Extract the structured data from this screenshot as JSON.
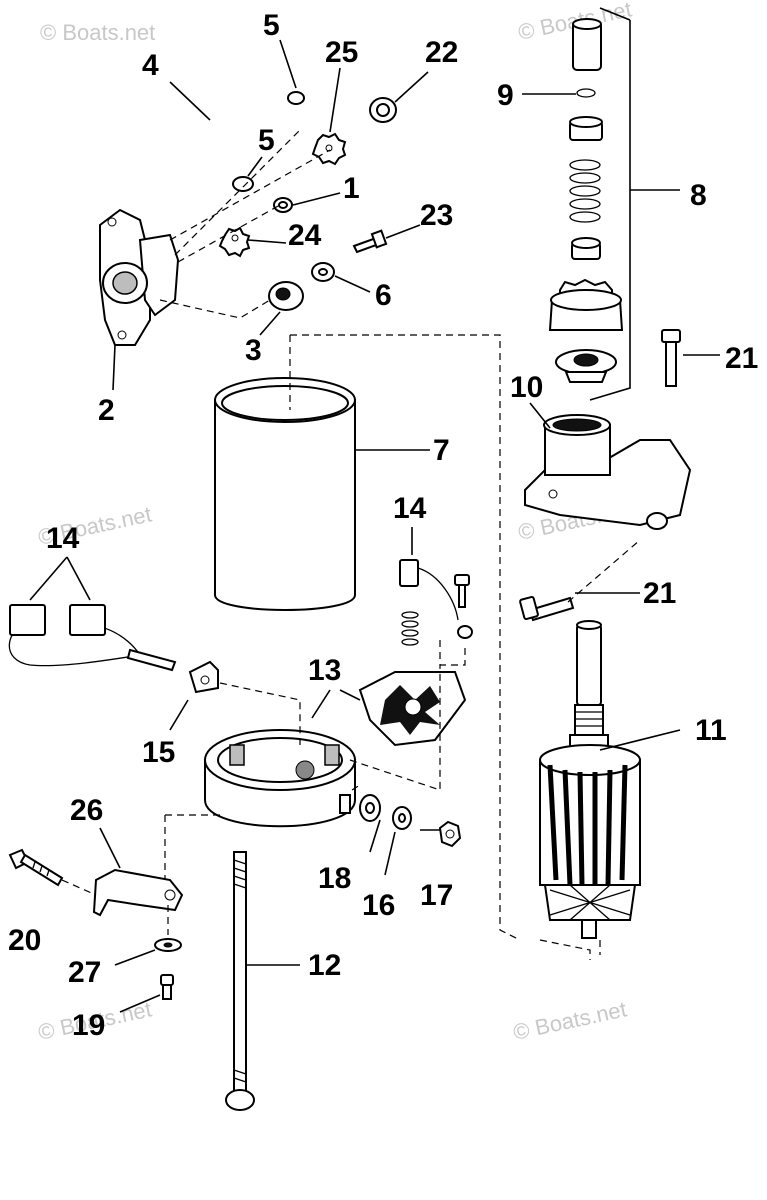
{
  "watermark": "© Boats.net",
  "labels": {
    "p1": "1",
    "p2": "2",
    "p3": "3",
    "p4": "4",
    "p5a": "5",
    "p5b": "5",
    "p6": "6",
    "p7": "7",
    "p8": "8",
    "p9": "9",
    "p10": "10",
    "p11": "11",
    "p12": "12",
    "p13": "13",
    "p14a": "14",
    "p14b": "14",
    "p15": "15",
    "p16": "16",
    "p17": "17",
    "p18": "18",
    "p19": "19",
    "p20": "20",
    "p21a": "21",
    "p21b": "21",
    "p22": "22",
    "p23": "23",
    "p24": "24",
    "p25": "25",
    "p26": "26",
    "p27": "27"
  }
}
